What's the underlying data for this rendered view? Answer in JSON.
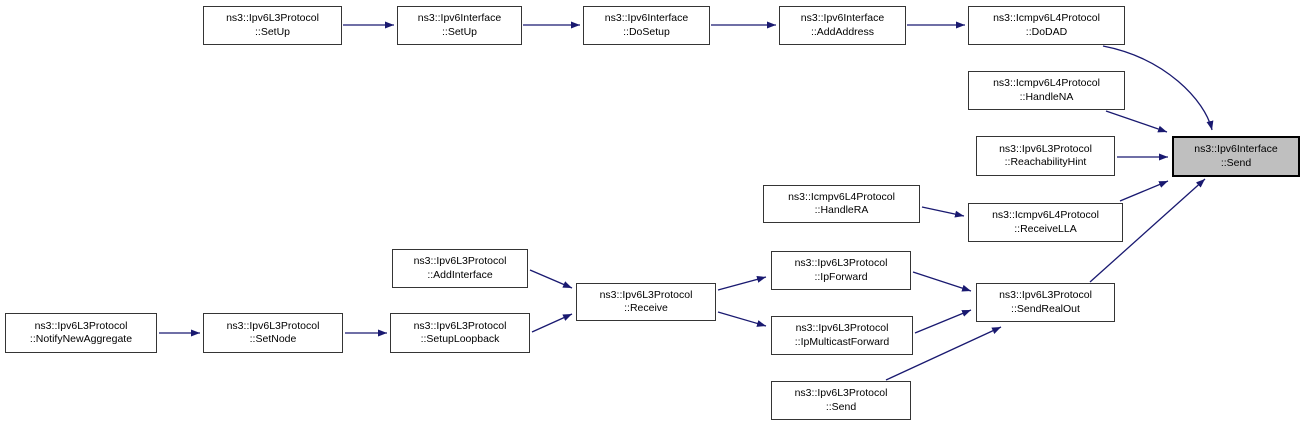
{
  "graph": {
    "kind": "doxygen-caller-graph",
    "target_function": "ns3::Ipv6Interface::Send",
    "colors": {
      "edge": "#191970",
      "node_fill": "#ffffff",
      "node_border": "#353535",
      "target_fill": "#bfbfbf",
      "target_border": "#000000",
      "text": "#000000",
      "background": "#ffffff"
    },
    "nodes": [
      {
        "id": "l3-setup",
        "line1": "ns3::Ipv6L3Protocol",
        "line2": "::SetUp"
      },
      {
        "id": "if-setup",
        "line1": "ns3::Ipv6Interface",
        "line2": "::SetUp"
      },
      {
        "id": "if-dosetup",
        "line1": "ns3::Ipv6Interface",
        "line2": "::DoSetup"
      },
      {
        "id": "if-addaddress",
        "line1": "ns3::Ipv6Interface",
        "line2": "::AddAddress"
      },
      {
        "id": "icmp-dodad",
        "line1": "ns3::Icmpv6L4Protocol",
        "line2": "::DoDAD"
      },
      {
        "id": "icmp-handlena",
        "line1": "ns3::Icmpv6L4Protocol",
        "line2": "::HandleNA"
      },
      {
        "id": "l3-reachabilityhint",
        "line1": "ns3::Ipv6L3Protocol",
        "line2": "::ReachabilityHint"
      },
      {
        "id": "icmp-handlera",
        "line1": "ns3::Icmpv6L4Protocol",
        "line2": "::HandleRA"
      },
      {
        "id": "icmp-receivella",
        "line1": "ns3::Icmpv6L4Protocol",
        "line2": "::ReceiveLLA"
      },
      {
        "id": "if-send",
        "line1": "ns3::Ipv6Interface",
        "line2": "::Send",
        "highlighted": true
      },
      {
        "id": "l3-addinterface",
        "line1": "ns3::Ipv6L3Protocol",
        "line2": "::AddInterface"
      },
      {
        "id": "l3-setuploopback",
        "line1": "ns3::Ipv6L3Protocol",
        "line2": "::SetupLoopback"
      },
      {
        "id": "l3-receive",
        "line1": "ns3::Ipv6L3Protocol",
        "line2": "::Receive"
      },
      {
        "id": "l3-ipforward",
        "line1": "ns3::Ipv6L3Protocol",
        "line2": "::IpForward"
      },
      {
        "id": "l3-ipmulticastforward",
        "line1": "ns3::Ipv6L3Protocol",
        "line2": "::IpMulticastForward"
      },
      {
        "id": "l3-send",
        "line1": "ns3::Ipv6L3Protocol",
        "line2": "::Send"
      },
      {
        "id": "l3-sendrealout",
        "line1": "ns3::Ipv6L3Protocol",
        "line2": "::SendRealOut"
      },
      {
        "id": "l3-notifynewaggregate",
        "line1": "ns3::Ipv6L3Protocol",
        "line2": "::NotifyNewAggregate"
      },
      {
        "id": "l3-setnode",
        "line1": "ns3::Ipv6L3Protocol",
        "line2": "::SetNode"
      }
    ],
    "edges": [
      {
        "from": "ns3::Ipv6L3Protocol::SetUp",
        "to": "ns3::Ipv6Interface::SetUp"
      },
      {
        "from": "ns3::Ipv6Interface::SetUp",
        "to": "ns3::Ipv6Interface::DoSetup"
      },
      {
        "from": "ns3::Ipv6Interface::DoSetup",
        "to": "ns3::Ipv6Interface::AddAddress"
      },
      {
        "from": "ns3::Ipv6Interface::AddAddress",
        "to": "ns3::Icmpv6L4Protocol::DoDAD"
      },
      {
        "from": "ns3::Icmpv6L4Protocol::DoDAD",
        "to": "ns3::Ipv6Interface::Send"
      },
      {
        "from": "ns3::Icmpv6L4Protocol::HandleNA",
        "to": "ns3::Ipv6Interface::Send"
      },
      {
        "from": "ns3::Ipv6L3Protocol::ReachabilityHint",
        "to": "ns3::Ipv6Interface::Send"
      },
      {
        "from": "ns3::Icmpv6L4Protocol::HandleRA",
        "to": "ns3::Icmpv6L4Protocol::ReceiveLLA"
      },
      {
        "from": "ns3::Icmpv6L4Protocol::ReceiveLLA",
        "to": "ns3::Ipv6Interface::Send"
      },
      {
        "from": "ns3::Ipv6L3Protocol::SendRealOut",
        "to": "ns3::Ipv6Interface::Send"
      },
      {
        "from": "ns3::Ipv6L3Protocol::NotifyNewAggregate",
        "to": "ns3::Ipv6L3Protocol::SetNode"
      },
      {
        "from": "ns3::Ipv6L3Protocol::SetNode",
        "to": "ns3::Ipv6L3Protocol::SetupLoopback"
      },
      {
        "from": "ns3::Ipv6L3Protocol::AddInterface",
        "to": "ns3::Ipv6L3Protocol::Receive"
      },
      {
        "from": "ns3::Ipv6L3Protocol::SetupLoopback",
        "to": "ns3::Ipv6L3Protocol::Receive"
      },
      {
        "from": "ns3::Ipv6L3Protocol::Receive",
        "to": "ns3::Ipv6L3Protocol::IpForward"
      },
      {
        "from": "ns3::Ipv6L3Protocol::Receive",
        "to": "ns3::Ipv6L3Protocol::IpMulticastForward"
      },
      {
        "from": "ns3::Ipv6L3Protocol::IpForward",
        "to": "ns3::Ipv6L3Protocol::SendRealOut"
      },
      {
        "from": "ns3::Ipv6L3Protocol::IpMulticastForward",
        "to": "ns3::Ipv6L3Protocol::SendRealOut"
      },
      {
        "from": "ns3::Ipv6L3Protocol::Send",
        "to": "ns3::Ipv6L3Protocol::SendRealOut"
      }
    ]
  }
}
